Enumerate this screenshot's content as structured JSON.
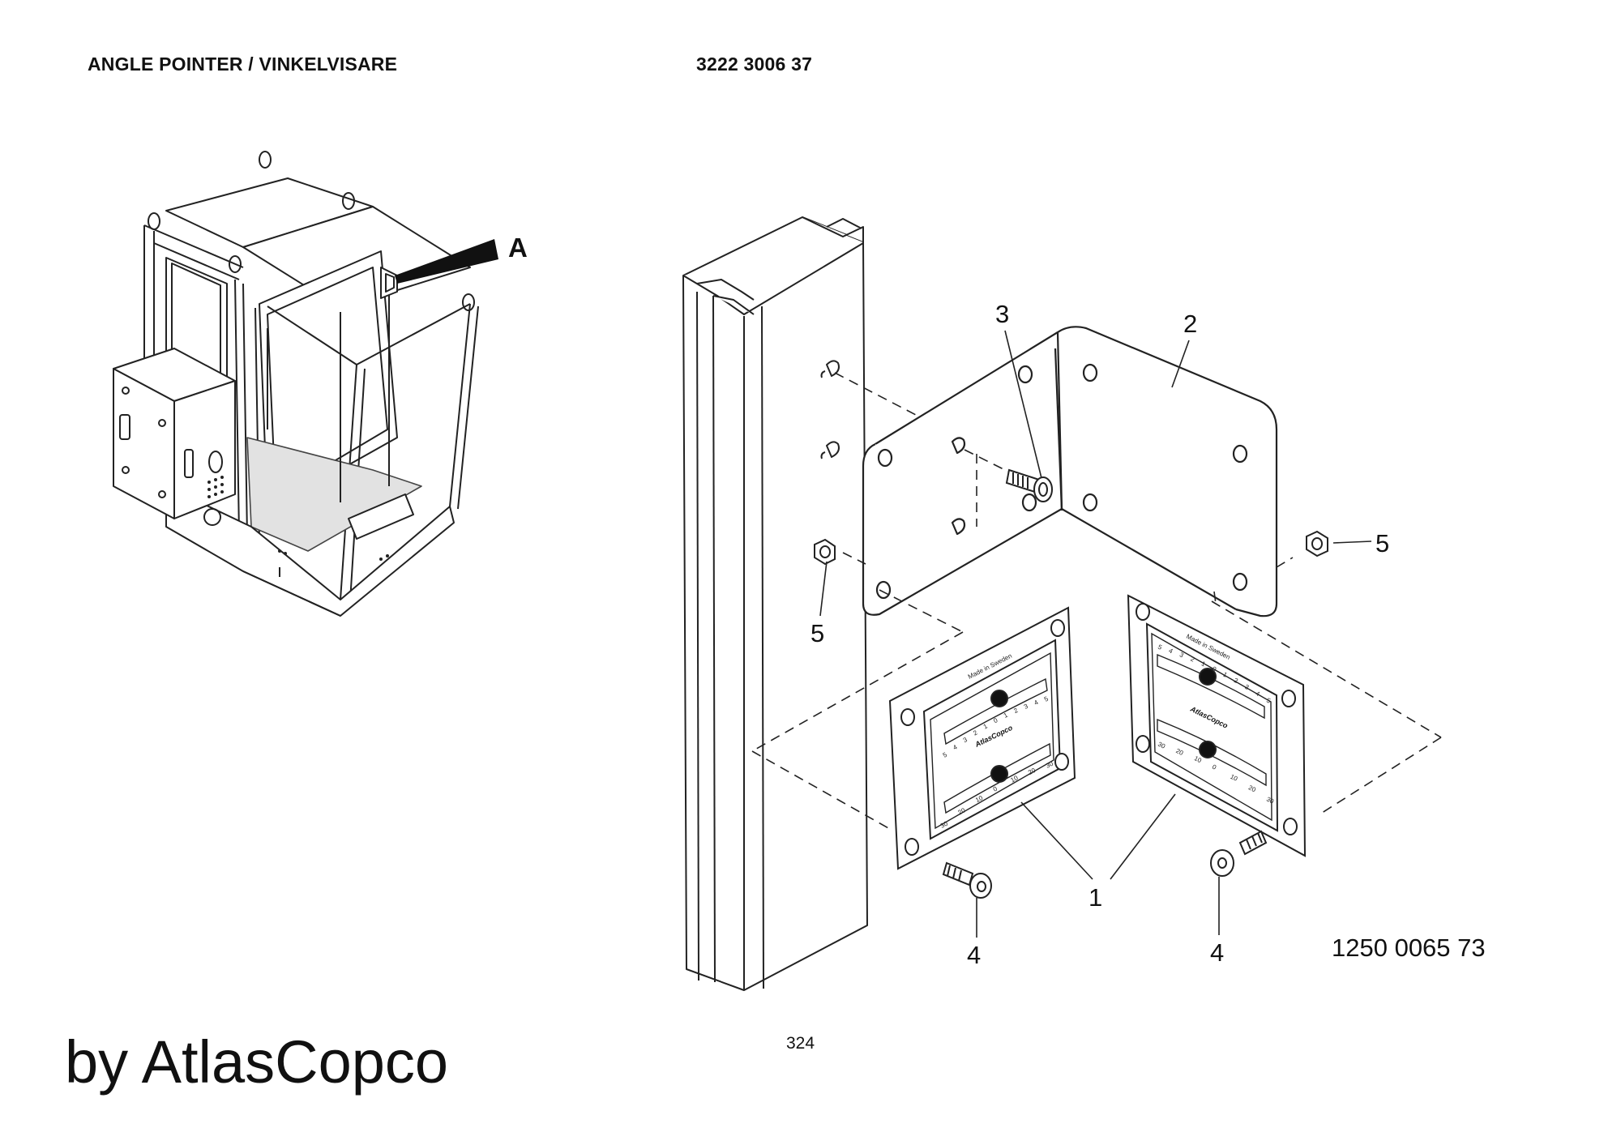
{
  "header": {
    "title": "ANGLE POINTER / VINKELVISARE",
    "part_number": "3222 3006 37"
  },
  "diagram": {
    "detail_marker": "A",
    "callouts": {
      "c1": "1",
      "c2": "2",
      "c3": "3",
      "c4a": "4",
      "c4b": "4",
      "c5a": "5",
      "c5b": "5"
    },
    "drawing_number": "1250 0065 73",
    "gauge_left": {
      "made_in": "Made in Sweden",
      "brand": "AtlasCopco",
      "top_scale": [
        "5",
        "4",
        "3",
        "2",
        "1",
        "0",
        "1",
        "2",
        "3",
        "4",
        "5"
      ],
      "bottom_scale": [
        "30",
        "20",
        "10",
        "0",
        "10",
        "20",
        "30"
      ]
    },
    "gauge_right": {
      "made_in": "Made in Sweden",
      "brand": "AtlasCopco",
      "top_scale": [
        "5",
        "4",
        "3",
        "2",
        "1",
        "0",
        "1",
        "2",
        "3",
        "4",
        "5"
      ],
      "bottom_scale": [
        "30",
        "20",
        "10",
        "0",
        "10",
        "20",
        "30"
      ]
    }
  },
  "page_number": "324",
  "footer": "by AtlasCopco"
}
